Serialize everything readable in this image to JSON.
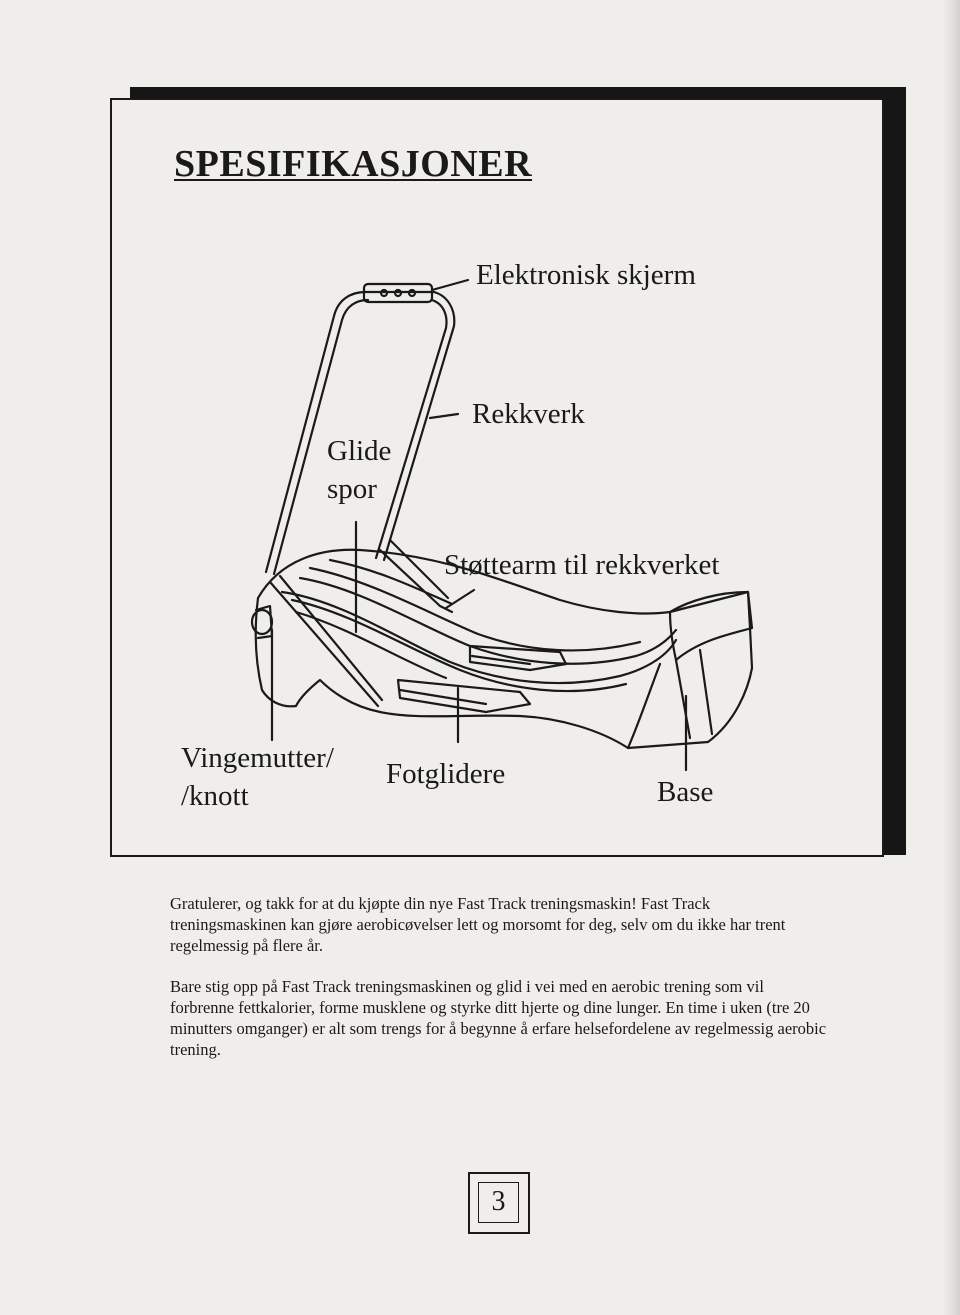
{
  "heading": "SPESIFIKASJONER",
  "labels": {
    "display": "Elektronisk skjerm",
    "railing": "Rekkverk",
    "glide_track": [
      "Glide",
      "spor"
    ],
    "support_arm": "Støttearm til rekkverket",
    "wing_nut": [
      "Vingemutter/",
      "/knott"
    ],
    "foot_gliders": "Fotglidere",
    "base": "Base"
  },
  "paragraphs": [
    "Gratulerer, og takk for at du kjøpte din nye Fast Track treningsmaskin! Fast Track treningsmaskinen kan gjøre aerobicøvelser lett og morsomt for deg, selv om du ikke har trent regelmessig på flere år.",
    "Bare stig opp på Fast Track treningsmaskinen og glid i vei med en aerobic trening som vil forbrenne fettkalorier, forme musklene og styrke ditt hjerte og dine lunger. En time i uken (tre 20 minutters omganger) er alt som trengs for å begynne å erfare helsefordelene av regelmessig aerobic trening."
  ],
  "page_number": "3",
  "colors": {
    "paper": "#f0eeea",
    "ink": "#1a1a1a"
  }
}
